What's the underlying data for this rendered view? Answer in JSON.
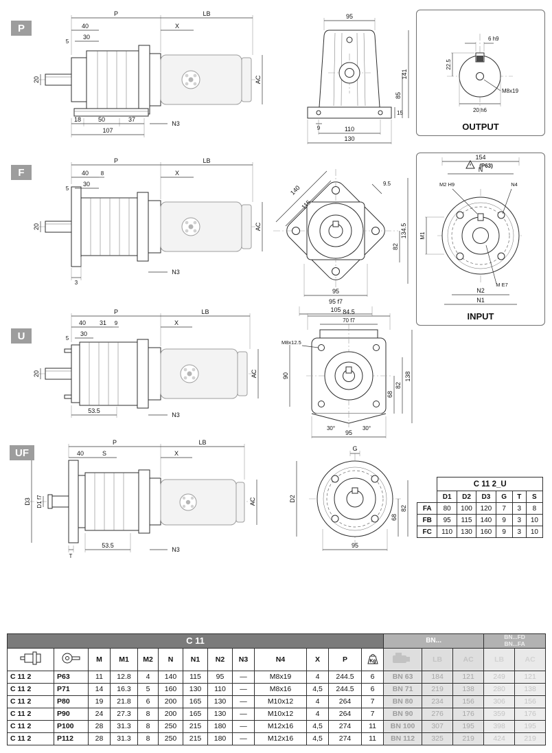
{
  "sections": {
    "p": {
      "label": "P"
    },
    "f": {
      "label": "F"
    },
    "u": {
      "label": "U"
    },
    "uf": {
      "label": "UF"
    }
  },
  "p_side": {
    "p": "P",
    "lb": "LB",
    "d40": "40",
    "x": "X",
    "d30": "30",
    "d5": "5",
    "d20": "20",
    "d18": "18",
    "d50": "50",
    "d37": "37",
    "d107": "107",
    "n3": "N3",
    "ac": "AC"
  },
  "p_front": {
    "w95": "95",
    "h141": "141",
    "h85": "85",
    "h15": "15",
    "d9": "9",
    "w110": "110",
    "w130": "130"
  },
  "output_box": {
    "title": "OUTPUT",
    "key_width": "6 h9",
    "key_height": "22.5",
    "tap": "M8x19",
    "shaft_dia": "20 h6"
  },
  "f_side": {
    "p": "P",
    "lb": "LB",
    "d40": "40",
    "d8": "8",
    "x": "X",
    "d30": "30",
    "d5": "5",
    "d20": "20",
    "d3": "3",
    "n3": "N3",
    "ac": "AC"
  },
  "f_front": {
    "d140": "140",
    "d115": "115",
    "d95": "9.5",
    "h82": "82",
    "h1345": "134.5",
    "w95": "95",
    "w95f7": "95 f7",
    "w105": "105"
  },
  "input_box": {
    "title": "INPUT",
    "overall": "154",
    "note": "(P63)",
    "n": "N",
    "m2": "M2 H9",
    "n4": "N4",
    "m1": "M1",
    "m": "M E7",
    "n2": "N2",
    "n1": "N1"
  },
  "u_side": {
    "p": "P",
    "lb": "LB",
    "d40": "40",
    "d31": "31",
    "d9": "9",
    "x": "X",
    "d30": "30",
    "d5": "5",
    "d20": "20",
    "d535": "53.5",
    "n3": "N3",
    "ac": "AC"
  },
  "u_front": {
    "w845": "84.5",
    "w70": "70 f7",
    "tap": "M8x12.5",
    "h90": "90",
    "h68": "68",
    "h82": "82",
    "h138": "138",
    "a30l": "30°",
    "a30r": "30°",
    "w95": "95"
  },
  "uf_side": {
    "p": "P",
    "lb": "LB",
    "d40": "40",
    "s": "S",
    "x": "X",
    "d3": "D3",
    "d1": "D1 f7",
    "t": "T",
    "d535": "53.5",
    "n3": "N3",
    "ac": "AC"
  },
  "uf_front": {
    "g": "G",
    "d2": "D2",
    "h68": "68",
    "h82": "82",
    "w95": "95"
  },
  "flange_table": {
    "title": "C 11 2_U",
    "columns": [
      "D1",
      "D2",
      "D3",
      "G",
      "T",
      "S"
    ],
    "rows": [
      {
        "name": "FA",
        "c": [
          "80",
          "100",
          "120",
          "7",
          "3",
          "8"
        ]
      },
      {
        "name": "FB",
        "c": [
          "95",
          "115",
          "140",
          "9",
          "3",
          "10"
        ]
      },
      {
        "name": "FC",
        "c": [
          "110",
          "130",
          "160",
          "9",
          "3",
          "10"
        ]
      }
    ]
  },
  "main_table": {
    "title": "C 11",
    "group_bn": "BN...",
    "group_bnfd": "BN...FD",
    "group_bnfa": "BN...FA",
    "columns": [
      "M",
      "M1",
      "M2",
      "N",
      "N1",
      "N2",
      "N3",
      "N4",
      "X",
      "P"
    ],
    "kg_label": "Kg",
    "lb": "LB",
    "ac": "AC",
    "rows": [
      [
        "C 11 2",
        "P63",
        "11",
        "12.8",
        "4",
        "140",
        "115",
        "95",
        "—",
        "M8x19",
        "4",
        "244.5",
        "6",
        "BN 63",
        "184",
        "121",
        "249",
        "121"
      ],
      [
        "C 11 2",
        "P71",
        "14",
        "16.3",
        "5",
        "160",
        "130",
        "110",
        "—",
        "M8x16",
        "4,5",
        "244.5",
        "6",
        "BN 71",
        "219",
        "138",
        "280",
        "138"
      ],
      [
        "C 11 2",
        "P80",
        "19",
        "21.8",
        "6",
        "200",
        "165",
        "130",
        "—",
        "M10x12",
        "4",
        "264",
        "7",
        "BN 80",
        "234",
        "156",
        "306",
        "156"
      ],
      [
        "C 11 2",
        "P90",
        "24",
        "27.3",
        "8",
        "200",
        "165",
        "130",
        "—",
        "M10x12",
        "4",
        "264",
        "7",
        "BN 90",
        "276",
        "176",
        "359",
        "176"
      ],
      [
        "C 11 2",
        "P100",
        "28",
        "31.3",
        "8",
        "250",
        "215",
        "180",
        "—",
        "M12x16",
        "4,5",
        "274",
        "11",
        "BN 100",
        "307",
        "195",
        "398",
        "195"
      ],
      [
        "C 11 2",
        "P112",
        "28",
        "31.3",
        "8",
        "250",
        "215",
        "180",
        "—",
        "M12x16",
        "4,5",
        "274",
        "11",
        "BN 112",
        "325",
        "219",
        "424",
        "219"
      ]
    ]
  }
}
